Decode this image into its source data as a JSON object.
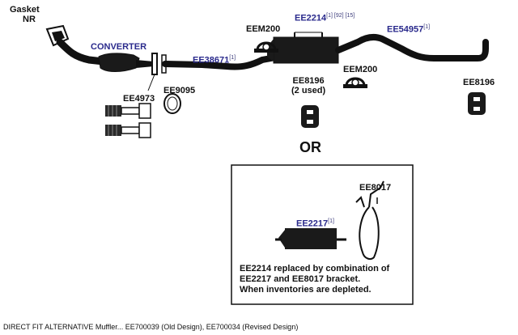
{
  "labels": {
    "gasket": "Gasket",
    "nr": "NR",
    "converter": "CONVERTER",
    "ee4973": "EE4973",
    "ee9095": "EE9095",
    "ee38671": "EE38671",
    "ee38671_ref": "[1]",
    "eem200_left": "EEM200",
    "ee2214": "EE2214",
    "ee2214_refs": "[1] [92] [15]",
    "ee54957": "EE54957",
    "ee54957_ref": "[1]",
    "eem200_right": "EEM200",
    "ee8196_center": "EE8196",
    "ee8196_center_sub": "(2 used)",
    "ee8196_right": "EE8196",
    "or": "OR",
    "ee8017": "EE8017",
    "ee2217": "EE2217",
    "ee2217_ref": "[1]"
  },
  "note": {
    "line1": "EE2214 replaced by combination of",
    "line2": "EE2217 and EE8017 bracket.",
    "line3": "When inventories are depleted."
  },
  "footer": "DIRECT FIT ALTERNATIVE Muffler... EE700039 (Old Design), EE700034 (Revised Design)"
}
